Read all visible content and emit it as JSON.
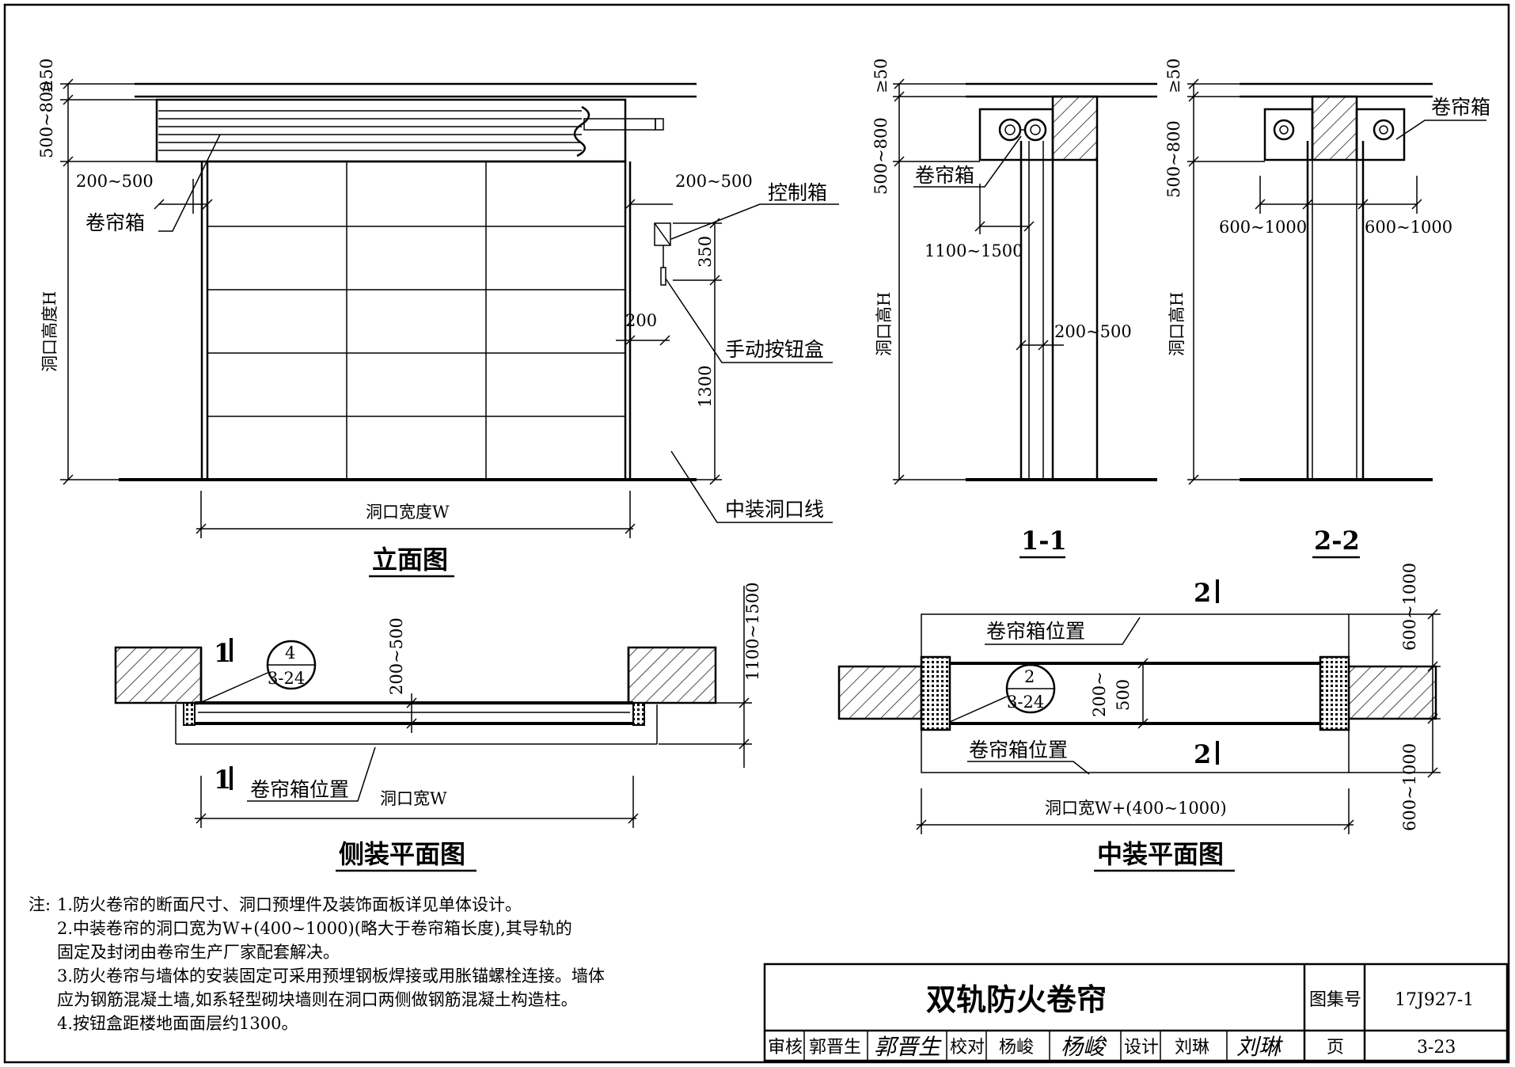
{
  "elevation": {
    "title": "立面图",
    "dim_top_gap": "≥50",
    "dim_box_height": "500~800",
    "dim_opening_height": "洞口高度H",
    "dim_side_left": "200~500",
    "dim_side_right": "200~500",
    "label_roll_box": "卷帘箱",
    "label_control_box": "控制箱",
    "dim_350": "350",
    "dim_200": "200",
    "dim_1300": "1300",
    "label_manual_button_box": "手动按钮盒",
    "label_center_opening_line": "中装洞口线",
    "dim_opening_width": "洞口宽度W"
  },
  "section_1": {
    "title": "1-1",
    "dim_top_gap": "≥50",
    "dim_box_height": "500~800",
    "label_roll_box": "卷帘箱",
    "dim_range": "1100~1500",
    "dim_side": "200~500",
    "dim_opening_height": "洞口高H"
  },
  "section_2": {
    "title": "2-2",
    "dim_top_gap": "≥50",
    "dim_box_height": "500~800",
    "label_roll_box": "卷帘箱",
    "dim_left": "600~1000",
    "dim_right": "600~1000",
    "dim_opening_height": "洞口高H"
  },
  "side_plan": {
    "title": "侧装平面图",
    "section_mark_top": "1",
    "section_mark_bottom": "1",
    "detail_num": "4",
    "detail_sheet": "3-24",
    "dim_side": "200~500",
    "dim_right": "1100~1500",
    "label_roll_box_position": "卷帘箱位置",
    "dim_opening_width": "洞口宽W"
  },
  "center_plan": {
    "title": "中装平面图",
    "section_mark_top": "2",
    "section_mark_bottom": "2",
    "label_roll_box_position_top": "卷帘箱位置",
    "label_roll_box_position_bottom": "卷帘箱位置",
    "detail_num": "2",
    "detail_sheet": "3-24",
    "dim_mid_a": "200~",
    "dim_mid_b": "500",
    "dim_right_top": "600~1000",
    "dim_right_bottom": "600~1000",
    "dim_opening_width": "洞口宽W+(400~1000)"
  },
  "notes": {
    "prefix": "注:",
    "lines": [
      "1.防火卷帘的断面尺寸、洞口预埋件及装饰面板详见单体设计。",
      "2.中装卷帘的洞口宽为W+(400~1000)(略大于卷帘箱长度),其导轨的",
      "固定及封闭由卷帘生产厂家配套解决。",
      "3.防火卷帘与墙体的安装固定可采用预埋钢板焊接或用胀锚螺栓连接。墙体",
      "应为钢筋混凝土墙,如系轻型砌块墙则在洞口两侧做钢筋混凝土构造柱。",
      "4.按钮盒距楼地面面层约1300。"
    ]
  },
  "title_block": {
    "drawing_title": "双轨防火卷帘",
    "atlas_label": "图集号",
    "atlas_no": "17J927-1",
    "review_label": "审核",
    "reviewer": "郭晋生",
    "reviewer_sig": "郭晋生",
    "check_label": "校对",
    "checker": "杨峻",
    "checker_sig": "杨峻",
    "design_label": "设计",
    "designer": "刘琳",
    "designer_sig": "刘琳",
    "page_label": "页",
    "page_no": "3-23"
  }
}
